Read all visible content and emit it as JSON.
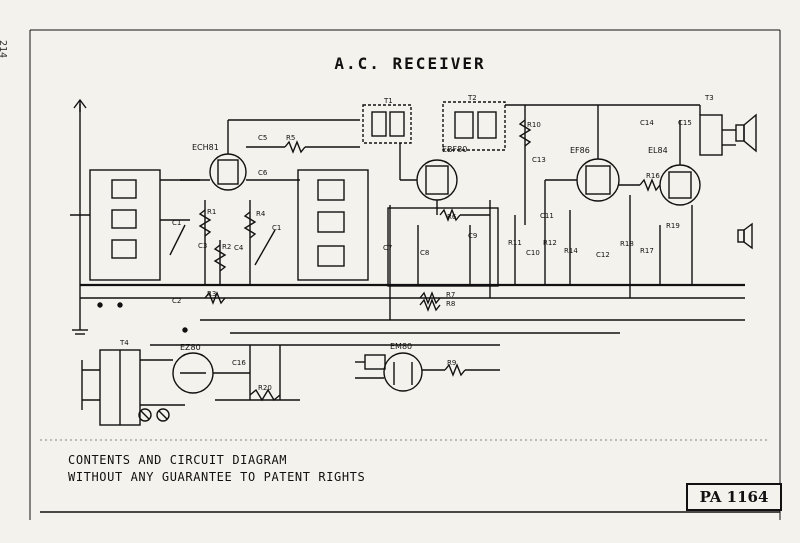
{
  "page_number": "214",
  "title": "A.C. RECEIVER",
  "disclaimer": {
    "line1": "CONTENTS AND CIRCUIT DIAGRAM",
    "line2": "WITHOUT ANY GUARANTEE TO PATENT RIGHTS"
  },
  "model_code": "PA 1164",
  "tubes": {
    "ech81": "ECH81",
    "ebf80": "EBF80",
    "ef86": "EF86",
    "el84": "EL84",
    "ez80": "EZ80",
    "em80": "EM80"
  },
  "transformers": {
    "t1": "T1",
    "t2": "T2",
    "t3": "T3",
    "t4": "T4"
  },
  "components": {
    "c1": "C1",
    "c1b": "C1",
    "c3": "C3",
    "c4": "C4",
    "c5": "C5",
    "c6": "C6",
    "c7": "C7",
    "c8": "C8",
    "c9": "C9",
    "c10": "C10",
    "c11": "C11",
    "c12": "C12",
    "c13": "C13",
    "c14": "C14",
    "c15": "C15",
    "c16": "C16",
    "r1": "R1",
    "r2": "R2",
    "r3": "R3",
    "r4": "R4",
    "r5": "R5",
    "r6": "R6",
    "r7": "R7",
    "r8": "R8",
    "r9": "R9",
    "r10": "R10",
    "r11": "R11",
    "r12": "R12",
    "r14": "R14",
    "r16": "R16",
    "r17": "R17",
    "r18": "R18",
    "r19": "R19",
    "r20": "R20"
  },
  "colors": {
    "paper": "#f4f2ec",
    "ink": "#111111"
  }
}
